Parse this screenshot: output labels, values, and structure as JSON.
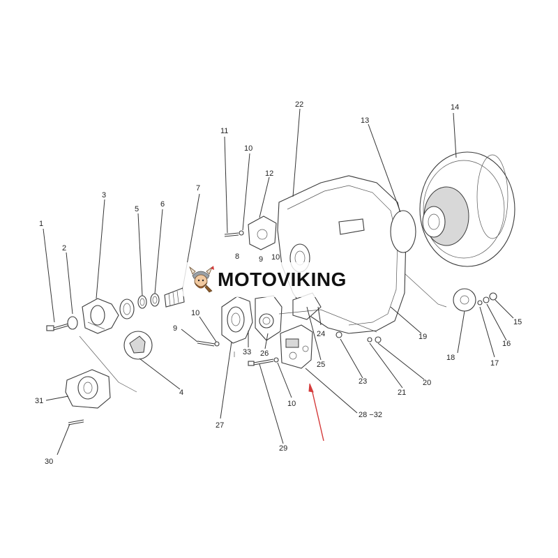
{
  "watermark": {
    "text": "MOTOVIKING",
    "icon": "viking-mascot-icon"
  },
  "colors": {
    "line": "#333333",
    "arrow": "#d43a3a",
    "background": "#ffffff"
  },
  "labels": [
    {
      "id": "l1",
      "text": "1"
    },
    {
      "id": "l2",
      "text": "2"
    },
    {
      "id": "l3",
      "text": "3"
    },
    {
      "id": "l4",
      "text": "4"
    },
    {
      "id": "l5",
      "text": "5"
    },
    {
      "id": "l6",
      "text": "6"
    },
    {
      "id": "l7",
      "text": "7"
    },
    {
      "id": "l8",
      "text": "8"
    },
    {
      "id": "l9a",
      "text": "9"
    },
    {
      "id": "l9b",
      "text": "9"
    },
    {
      "id": "l10a",
      "text": "10"
    },
    {
      "id": "l10b",
      "text": "10"
    },
    {
      "id": "l10c",
      "text": "10"
    },
    {
      "id": "l10d",
      "text": "10"
    },
    {
      "id": "l11",
      "text": "11"
    },
    {
      "id": "l12",
      "text": "12"
    },
    {
      "id": "l13",
      "text": "13"
    },
    {
      "id": "l14",
      "text": "14"
    },
    {
      "id": "l15",
      "text": "15"
    },
    {
      "id": "l16",
      "text": "16"
    },
    {
      "id": "l17",
      "text": "17"
    },
    {
      "id": "l18",
      "text": "18"
    },
    {
      "id": "l19",
      "text": "19"
    },
    {
      "id": "l20",
      "text": "20"
    },
    {
      "id": "l21",
      "text": "21"
    },
    {
      "id": "l22",
      "text": "22"
    },
    {
      "id": "l23",
      "text": "23"
    },
    {
      "id": "l24",
      "text": "24"
    },
    {
      "id": "l25",
      "text": "25"
    },
    {
      "id": "l26",
      "text": "26"
    },
    {
      "id": "l27",
      "text": "27"
    },
    {
      "id": "l28",
      "text": "28 −32"
    },
    {
      "id": "l29",
      "text": "29"
    },
    {
      "id": "l30",
      "text": "30"
    },
    {
      "id": "l31",
      "text": "31"
    },
    {
      "id": "l33",
      "text": "33"
    }
  ]
}
